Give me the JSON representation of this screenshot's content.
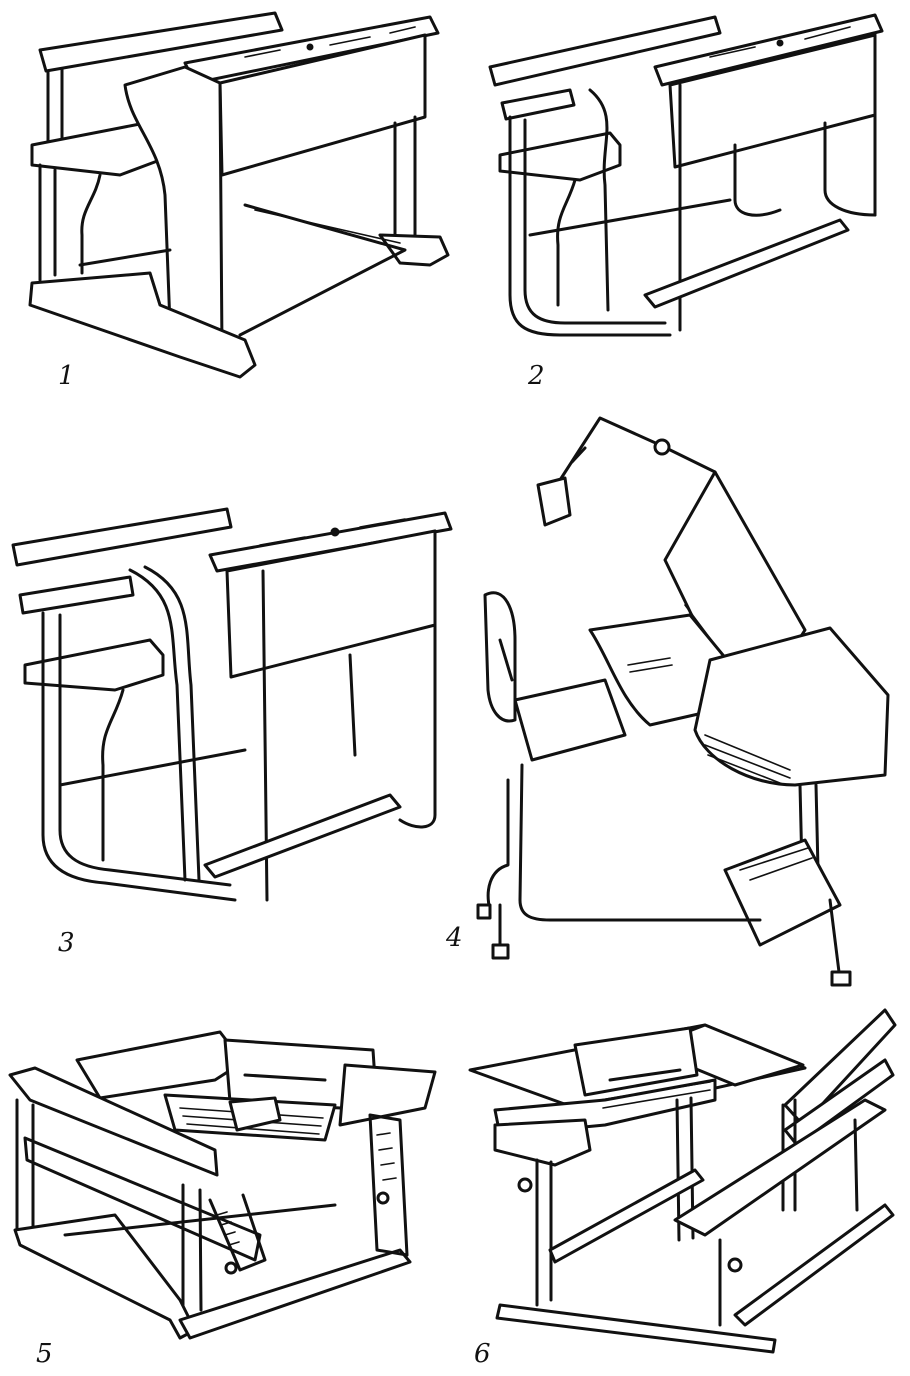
{
  "figures": [
    {
      "label": "1",
      "depicts": "desk-with-solid-wooden-side-panels"
    },
    {
      "label": "2",
      "depicts": "desk-with-tubular-metal-frame"
    },
    {
      "label": "3",
      "depicts": "desk-with-tubular-frame-and-footrest"
    },
    {
      "label": "4",
      "depicts": "adjustable-desk-with-chair-and-lamp"
    },
    {
      "label": "5",
      "depicts": "desk-with-bench-and-tilting-lids"
    },
    {
      "label": "6",
      "depicts": "desk-with-bench-and-book-stand"
    }
  ]
}
